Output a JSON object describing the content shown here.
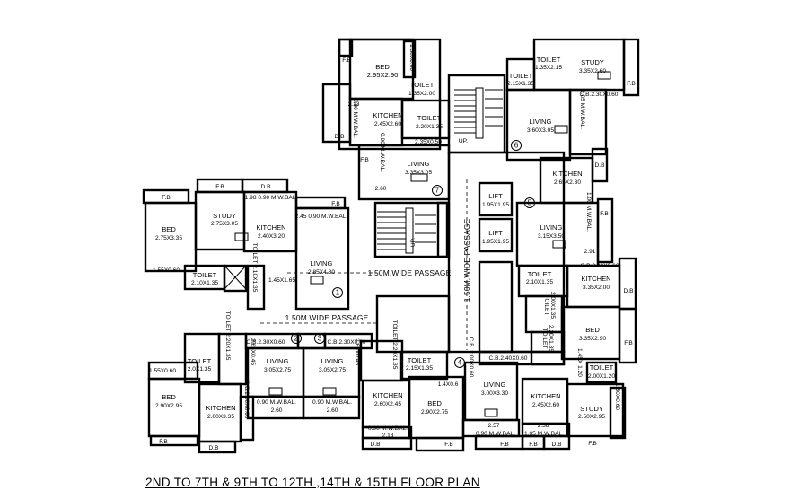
{
  "caption": "2ND TO 7TH & 9TH TO 12TH ,14TH & 15TH FLOOR PLAN",
  "rooms": {
    "bed_top": [
      "BED",
      "2.95X2.90"
    ],
    "fb_top": "F.B",
    "dim_150_top": "1.50X0.60",
    "toilet_top": [
      "TOILET",
      "1.35X2.00"
    ],
    "kitchen_top": [
      "KITCHEN",
      "2.45X2.60"
    ],
    "mwbal_213_top": "2.13",
    "mwbal_090_top": "0.90 M.W.BAL.",
    "db_top": "D.B",
    "toilet_top2": [
      "TOILET",
      "2.20X1.35"
    ],
    "dim_235": "2.35X0.50",
    "living7": [
      "LIVING",
      "3.35X3.05"
    ],
    "fb_7": "F.B",
    "mwbal_7": "0.90 M.W.BAL.",
    "dim_260_7": "2.60",
    "up_top": "UP.",
    "toilet_6": [
      "TOILET",
      "2.15X1.35"
    ],
    "toilet_tr": [
      "TOILET",
      "1.35X2.15"
    ],
    "study_tr": [
      "STUDY",
      "3.35X2.60"
    ],
    "fb_tr": "F.B",
    "cb_6": "C.B.2.30X0.60",
    "mwbal_6": "1.05 M.W.BAL.",
    "living6": [
      "LIVING",
      "3.60X3.05"
    ],
    "db_6": "D.B",
    "kitchen_6": [
      "KITCHEN",
      "2.65X2.30"
    ],
    "passage_v": "1.50M.WIDE PASSAGE",
    "lift1": [
      "LIFT",
      "1.95X1.95"
    ],
    "lift2": [
      "LIFT",
      "1.95X1.95"
    ],
    "living5": [
      "LIVING",
      "3.15X3.50"
    ],
    "mwbal_5": "1.00 M.W.BAL.",
    "fb_5": "F.B",
    "dim_291": "2.91",
    "cb_5": "C.B.2.30X0.60",
    "toilet_5": [
      "TOILET",
      "2.10X1.35"
    ],
    "kitchen_5": [
      "KITCHEN",
      "3.35X2.00"
    ],
    "db_5": "D.B",
    "toilet_5b": [
      "TOILET",
      "2.00X1.35"
    ],
    "bed_5": [
      "BED",
      "3.35X2.90"
    ],
    "fb_5b": "F.B",
    "toilet_5c": [
      "TOILET",
      "2.20X1.35"
    ],
    "dim_145_120": "1.45X 1.20",
    "toilet_br": [
      "TOILET",
      "2.00X1.20"
    ],
    "study_br": [
      "STUDY",
      "2.50X2.95"
    ],
    "dim_150_br": "1.50X0.60",
    "fb_1": "F.B",
    "fb_1b": "F.B",
    "db_1": "D.B",
    "mwbal_1": "1.98 0.90 M.W.BAL.",
    "bed_1": [
      "BED",
      "2.75X3.35"
    ],
    "study_1": [
      "STUDY",
      "2.75X3.05"
    ],
    "kitchen_1": [
      "KITCHEN",
      "2.40X3.20"
    ],
    "dim_245_1": "2.45 0.90 M.W.BAL.",
    "fb_1c": "F.B",
    "living1": [
      "LIVING",
      "2.85X4.30"
    ],
    "dim_155": "1.55X0.60",
    "toilet_1": [
      "TOILET",
      "2.10X1.35"
    ],
    "toilet_1b": "TOILET 2.10X1.35",
    "dim_145_165": "1.45X1.65",
    "passage_h1": "1.50M.WIDE PASSAGE",
    "passage_h2": "1.50M.WIDE PASSAGE",
    "up_mid": "UP.",
    "cb_2": "C.B.2.30X0.60",
    "cb_3": "C.B.2.30X0.60",
    "toilet_2": [
      "TOILET",
      "2.0X1.35"
    ],
    "toilet_2b": "TOILET 2.20X1.35",
    "dim_155_2": "1.55X0.60",
    "dim_265_2": "2.65X0.45",
    "living2": [
      "LIVING",
      "3.05X2.75"
    ],
    "living3": [
      "LIVING",
      "3.05X2.75"
    ],
    "dim_265_3": "2.65X0.45",
    "mwbal_2": "0.90 M.W.BAL.",
    "dim_260_2": "2.60",
    "mwbal_3": "0.90 M.W.BAL.",
    "dim_260_3": "2.60",
    "bed_2": [
      "BED",
      "2.90X2.95"
    ],
    "kitchen_2": [
      "KITCHEN",
      "2.00X3.35"
    ],
    "cb_2v": "C.B.2.30X0.60",
    "fb_2": "F.B",
    "db_2": "D.B",
    "toilet_3": "TOILET 2.20X1.35",
    "toilet_4": [
      "TOILET",
      "2.15X1.35"
    ],
    "dim_140": "1.4X0.6",
    "kitchen_4": [
      "KITCHEN",
      "2.60X2.45"
    ],
    "bed_4": [
      "BED",
      "2.90X2.75"
    ],
    "mwbal_4": "0.90 M.W.BAL.",
    "dim_213": "2.13",
    "db_4": "D.B",
    "fb_4": "F.B",
    "cb_4": "C.B.2.40X0.60",
    "cb_4v": "C.B. 2.00X0.60",
    "living4": [
      "LIVING",
      "3.00X3.30"
    ],
    "dim_257": "2.57",
    "mwbal_4b": "0.90 M.W.BAL.",
    "fb_4b": "F.B",
    "kitchen_4b": [
      "KITCHEN",
      "2.45X2.60"
    ],
    "dim_238": "2.38",
    "mwbal_4c": "1.05 M.W.BAL.",
    "fb_4c": "F.B",
    "db_4c": "D.B",
    "fb_br": "F.B"
  },
  "flat_numbers": [
    "1",
    "2",
    "3",
    "4",
    "5",
    "6",
    "7"
  ]
}
